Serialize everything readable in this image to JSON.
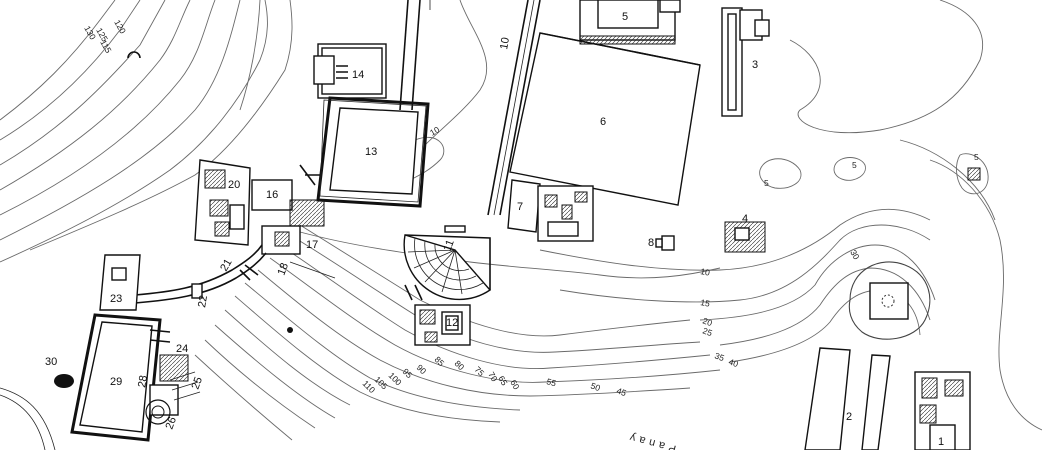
{
  "monuments": [
    {
      "id": "1"
    },
    {
      "id": "2"
    },
    {
      "id": "3"
    },
    {
      "id": "4"
    },
    {
      "id": "5"
    },
    {
      "id": "6"
    },
    {
      "id": "7"
    },
    {
      "id": "8"
    },
    {
      "id": "10"
    },
    {
      "id": "11"
    },
    {
      "id": "12"
    },
    {
      "id": "13"
    },
    {
      "id": "14"
    },
    {
      "id": "16"
    },
    {
      "id": "17"
    },
    {
      "id": "18"
    },
    {
      "id": "20"
    },
    {
      "id": "21"
    },
    {
      "id": "22"
    },
    {
      "id": "23"
    },
    {
      "id": "24"
    },
    {
      "id": "25"
    },
    {
      "id": "26"
    },
    {
      "id": "28"
    },
    {
      "id": "29"
    },
    {
      "id": "30"
    }
  ],
  "elevations": [
    "5",
    "5",
    "5",
    "10",
    "10",
    "15",
    "20",
    "25",
    "30",
    "35",
    "40",
    "45",
    "50",
    "55",
    "60",
    "65",
    "70",
    "75",
    "80",
    "85",
    "90",
    "95",
    "100",
    "105",
    "110",
    "115",
    "120",
    "125",
    "130"
  ],
  "road_label": "Panay"
}
